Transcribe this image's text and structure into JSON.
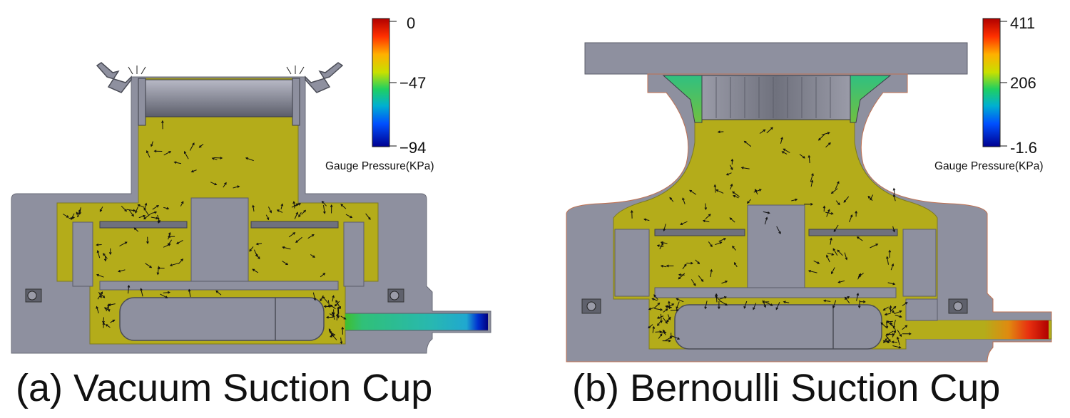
{
  "panels": [
    {
      "caption": "(a) Vacuum Suction Cup",
      "colorbar": {
        "title": "Gauge Pressure(KPa)",
        "ticks": [
          "0",
          "−47",
          "−94"
        ]
      }
    },
    {
      "caption": "(b) Bernoulli Suction Cup",
      "colorbar": {
        "title": "Gauge Pressure(KPa)",
        "ticks": [
          "411",
          "206",
          "-1.6"
        ]
      }
    }
  ],
  "colors": {
    "solid": "#8e909f",
    "solid_edge": "#5b5d68",
    "fluid": "#b4ac1a",
    "arrow": "#111111"
  }
}
